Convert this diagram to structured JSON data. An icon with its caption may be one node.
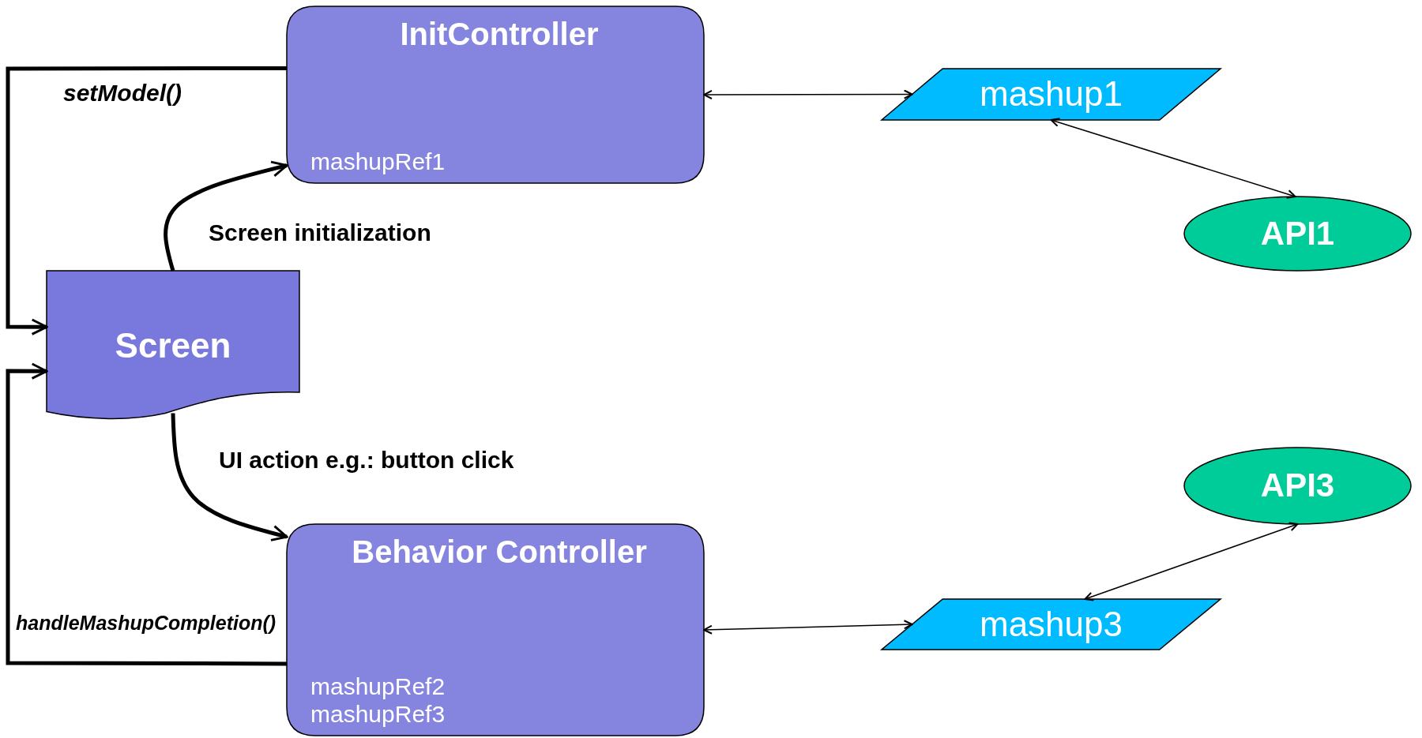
{
  "diagram": {
    "nodes": [
      {
        "text": [
          "InitController",
          "mashupRef1"
        ]
      },
      {
        "text": [
          "mashup1"
        ]
      },
      {
        "text": [
          "API1"
        ]
      },
      {
        "text": [
          "Screen"
        ]
      },
      {
        "text": [
          "API3"
        ]
      },
      {
        "text": [
          "Behavior Controller",
          "mashupRef2 mashupRef3"
        ]
      },
      {
        "text": [
          "mashup3"
        ]
      }
    ],
    "edges": [
      {
        "from": 3,
        "to": 0,
        "arrow": "to",
        "label": "Screen initialization",
        "style": "thick"
      },
      {
        "from": 0,
        "to": 3,
        "arrow": "to",
        "label": "setModel()",
        "style": "thick"
      },
      {
        "from": 0,
        "to": 1,
        "arrow": "both"
      },
      {
        "from": 1,
        "to": 2,
        "arrow": "both"
      },
      {
        "from": 3,
        "to": 5,
        "arrow": "to",
        "label": "UI action e.g.: button click",
        "style": "thick"
      },
      {
        "from": 5,
        "to": 3,
        "arrow": "to",
        "label": "handleMashupCompletion()",
        "style": "thick"
      },
      {
        "from": 5,
        "to": 6,
        "arrow": "both"
      },
      {
        "from": 6,
        "to": 4,
        "arrow": "both"
      }
    ]
  }
}
